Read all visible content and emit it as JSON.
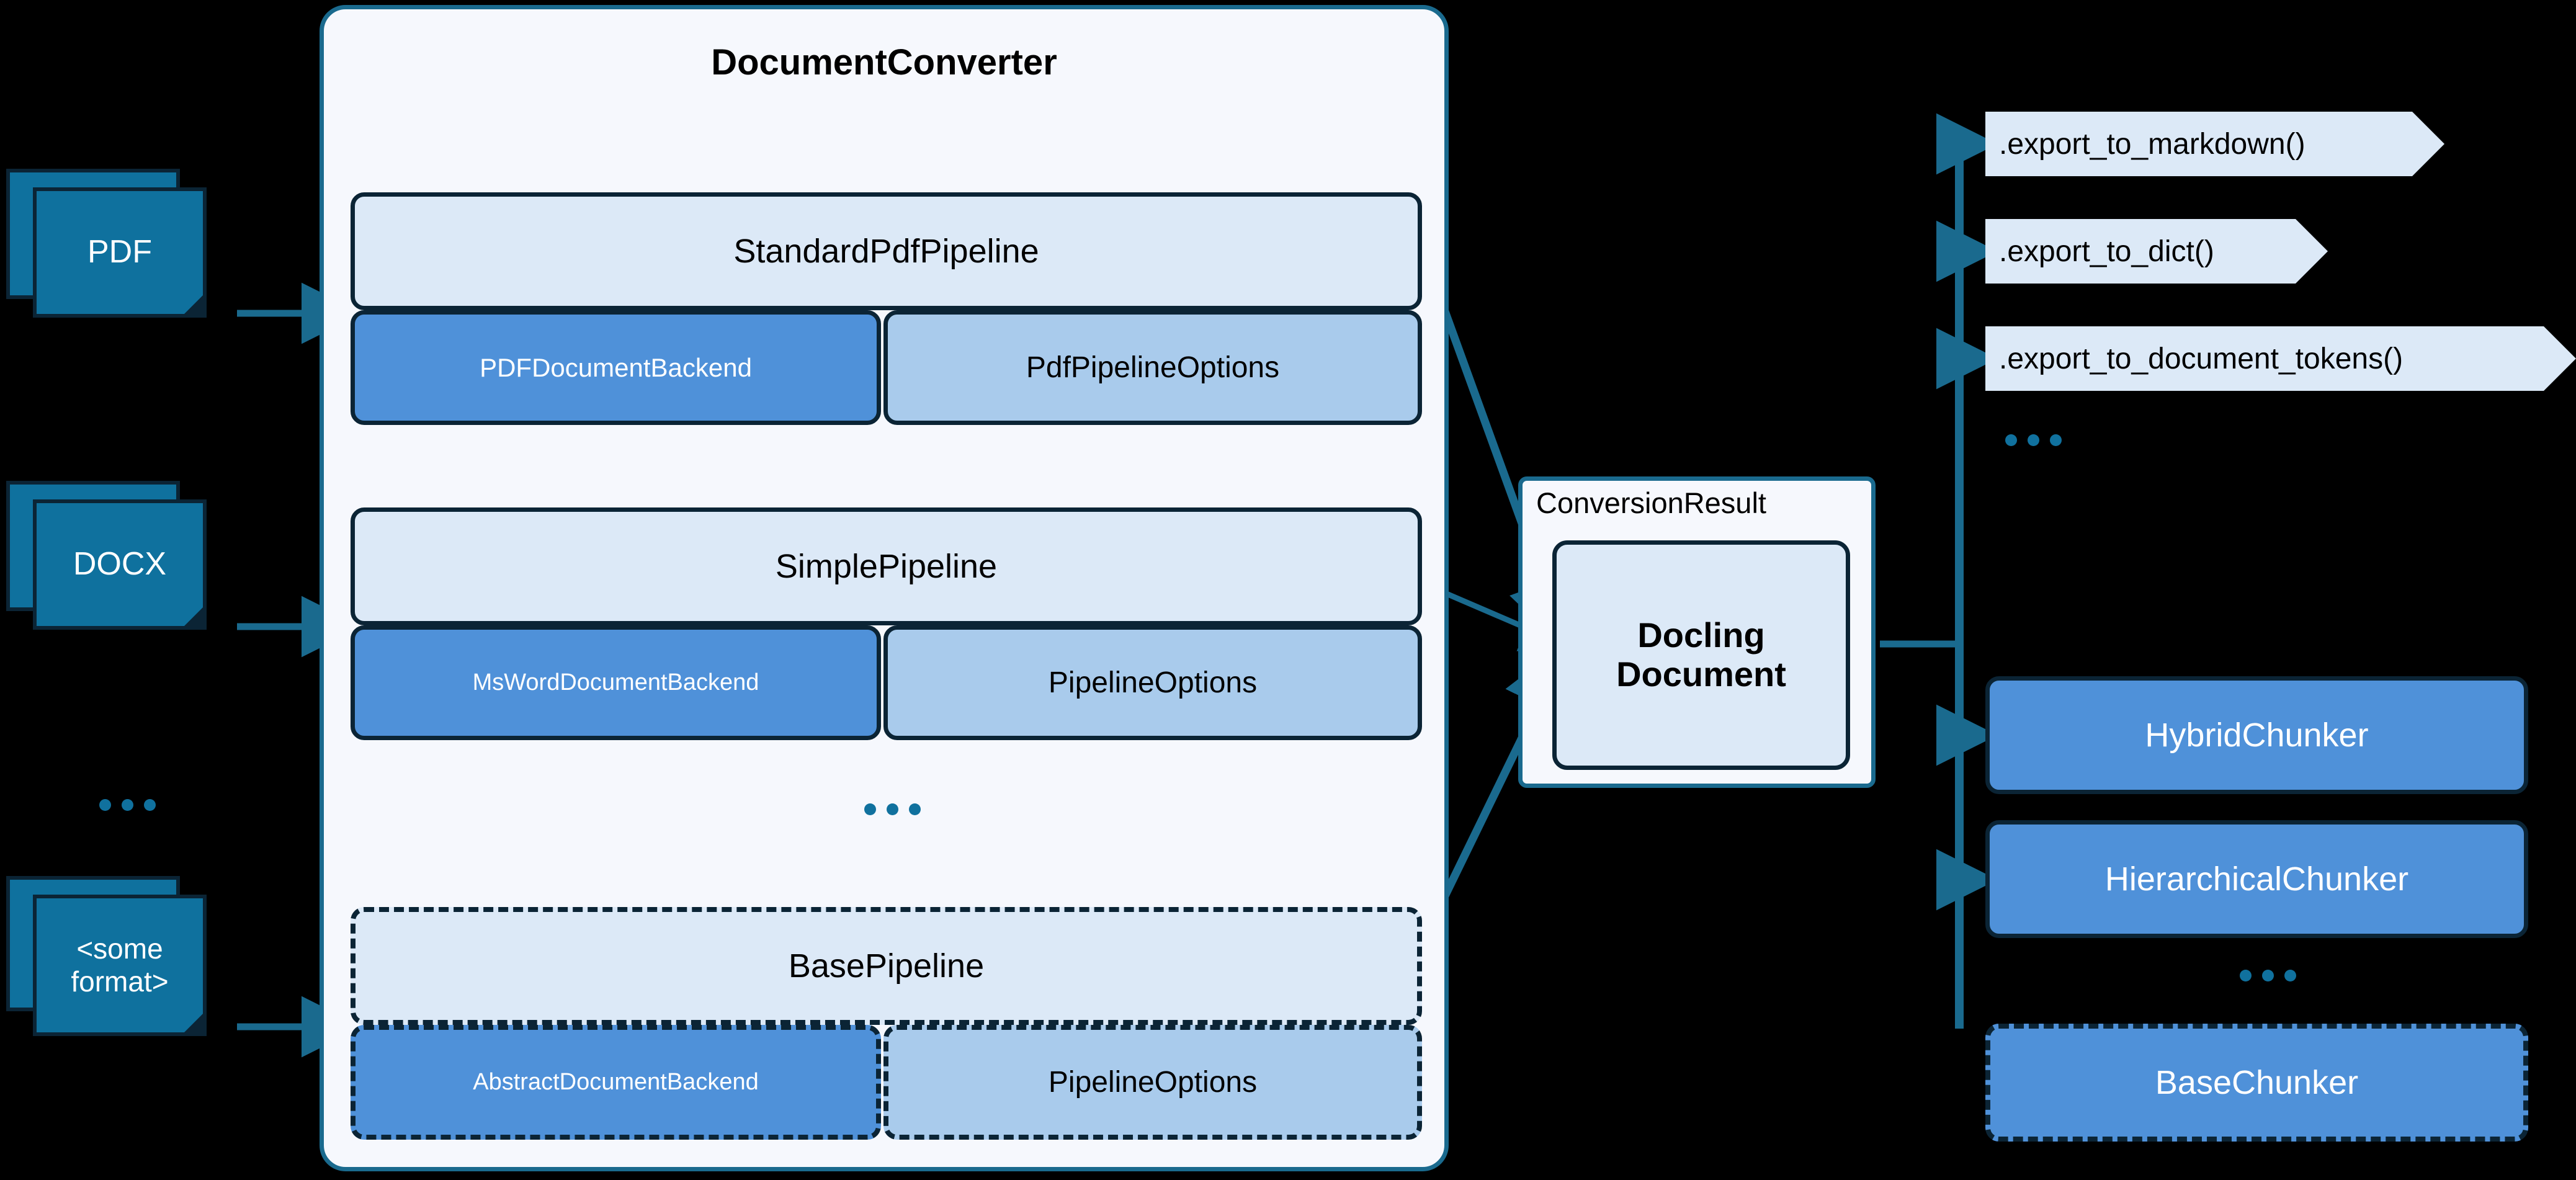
{
  "colors": {
    "background": "#000000",
    "panel_fill": "#f6f8fd",
    "panel_border": "#1a6a8e",
    "pipeline_head_fill": "#dce9f7",
    "backend_fill": "#4f91d9",
    "options_fill": "#a9cbec",
    "doc_icon_fill": "#0f719e",
    "outline_dark": "#0b2435",
    "wire": "#1a6a8e",
    "ellipsis_dot": "#10719e"
  },
  "inputs": {
    "items": [
      {
        "label": "PDF",
        "multiline": false
      },
      {
        "label": "DOCX",
        "multiline": false
      },
      {
        "label": "<some\nformat>",
        "line1": "<some",
        "line2": "format>",
        "multiline": true
      }
    ],
    "ellipsis": "..."
  },
  "converter": {
    "title": "DocumentConverter",
    "ellipsis": "...",
    "pipelines": [
      {
        "name": "StandardPdfPipeline",
        "dashed": false,
        "backend": "PDFDocumentBackend",
        "options": "PdfPipelineOptions"
      },
      {
        "name": "SimplePipeline",
        "dashed": false,
        "backend": "MsWordDocumentBackend",
        "options": "PipelineOptions"
      },
      {
        "name": "BasePipeline",
        "dashed": true,
        "backend": "AbstractDocumentBackend",
        "options": "PipelineOptions"
      }
    ]
  },
  "result": {
    "label": "ConversionResult",
    "document_line1": "Docling",
    "document_line2": "Document"
  },
  "exports": {
    "items": [
      {
        "label": ".export_to_markdown()"
      },
      {
        "label": ".export_to_dict()"
      },
      {
        "label": ".export_to_document_tokens()"
      }
    ],
    "ellipsis": "..."
  },
  "chunkers": {
    "items": [
      {
        "label": "HybridChunker",
        "dashed": false
      },
      {
        "label": "HierarchicalChunker",
        "dashed": false
      },
      {
        "label": "BaseChunker",
        "dashed": true
      }
    ],
    "ellipsis": "..."
  }
}
